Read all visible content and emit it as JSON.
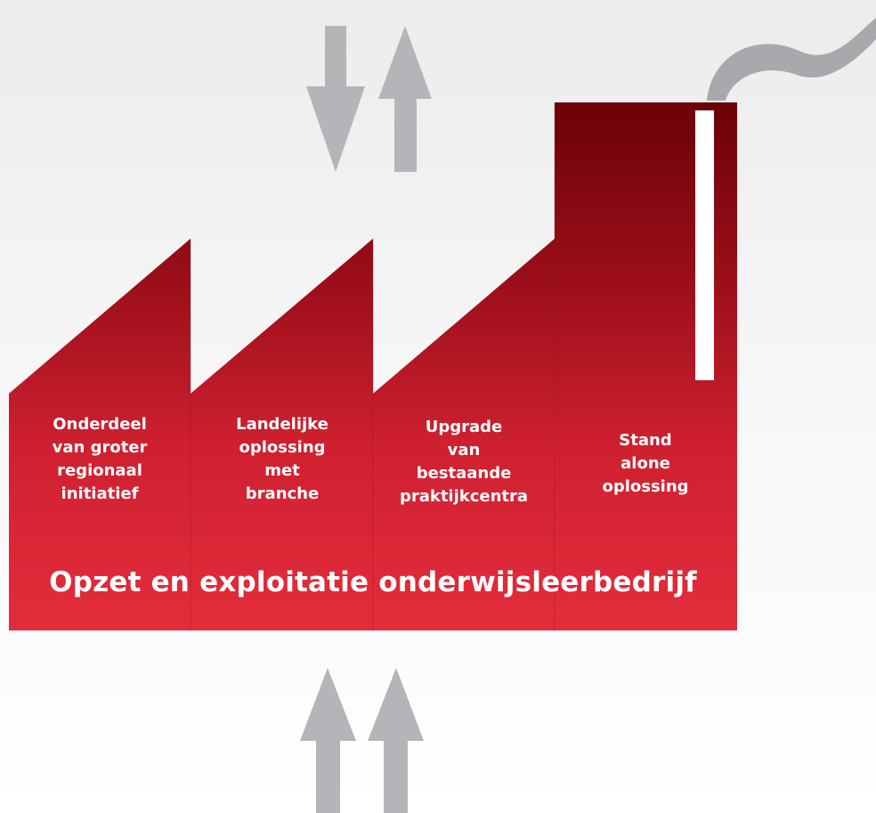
{
  "sections": [
    {
      "lines": [
        "Onderdeel",
        "van groter",
        "regionaal",
        "initiatief"
      ]
    },
    {
      "lines": [
        "Landelijke",
        "oplossing",
        "met",
        "branche"
      ]
    },
    {
      "lines": [
        "Upgrade",
        "van",
        "bestaande",
        "praktijkcentra"
      ]
    },
    {
      "lines": [
        "Stand",
        "alone",
        "oplossing"
      ]
    }
  ],
  "title": "Opzet en exploitatie onderwijsleerbedrijf",
  "colors": {
    "factory_top": "#6b0206",
    "factory_bottom": "#e02b3a",
    "arrow": "#b4b5b8",
    "smoke": "#a8a9ac",
    "window": "#ffffff"
  },
  "icons": [
    "arrow-down-icon",
    "arrow-up-icon",
    "smoke-icon",
    "factory-icon"
  ]
}
